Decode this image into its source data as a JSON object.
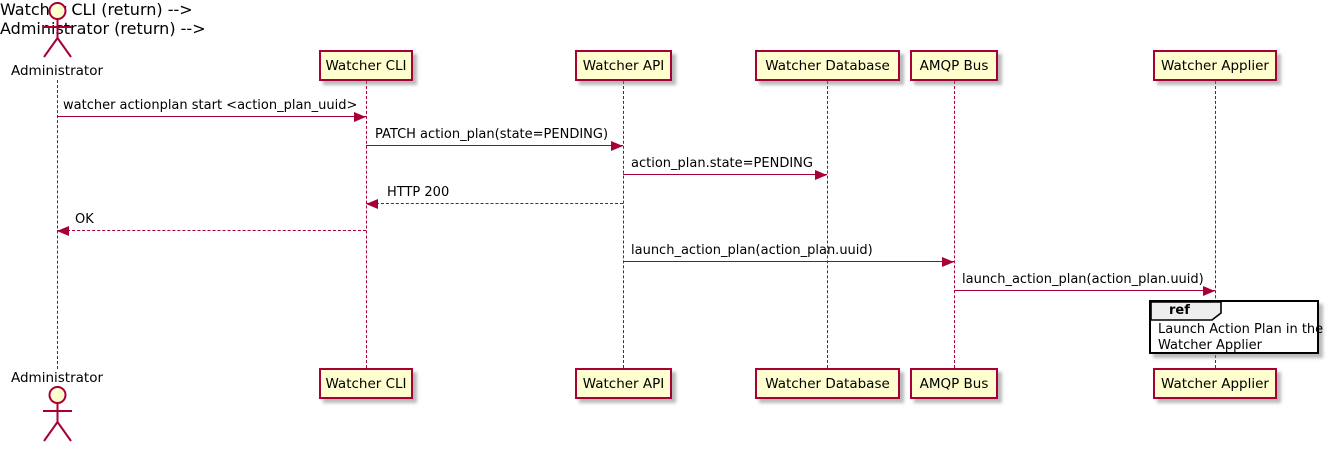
{
  "diagram_type": "sequence",
  "actor": {
    "name": "Administrator"
  },
  "participants": [
    {
      "name": "Watcher CLI"
    },
    {
      "name": "Watcher API"
    },
    {
      "name": "Watcher Database"
    },
    {
      "name": "AMQP Bus"
    },
    {
      "name": "Watcher Applier"
    }
  ],
  "messages": [
    {
      "label": "watcher actionplan start <action_plan_uuid>",
      "from": "Administrator",
      "to": "Watcher CLI",
      "line_style": "solid"
    },
    {
      "label": "PATCH action_plan(state=PENDING)",
      "from": "Watcher CLI",
      "to": "Watcher API",
      "line_style": "solid"
    },
    {
      "label": "action_plan.state=PENDING",
      "from": "Watcher API",
      "to": "Watcher Database",
      "line_style": "solid"
    },
    {
      "label": "HTTP 200",
      "from": "Watcher API",
      "to": "Watcher CLI",
      "line_style": "dashed"
    },
    {
      "label": "OK",
      "from": "Watcher CLI",
      "to": "Administrator",
      "line_style": "dashed"
    },
    {
      "label": "launch_action_plan(action_plan.uuid)",
      "from": "Watcher API",
      "to": "AMQP Bus",
      "line_style": "solid"
    },
    {
      "label": "launch_action_plan(action_plan.uuid)",
      "from": "AMQP Bus",
      "to": "Watcher Applier",
      "line_style": "solid"
    }
  ],
  "ref": {
    "keyword": "ref",
    "text_lines": [
      "Launch Action Plan in the",
      "Watcher Applier"
    ]
  },
  "colors": {
    "line": "#A80036",
    "participant_fill": "#FEFECE",
    "participant_border": "#A80036",
    "text": "#000000",
    "ref_border": "#000000",
    "ref_header_fill": "#EEEEEE",
    "background": "#FFFFFF"
  }
}
